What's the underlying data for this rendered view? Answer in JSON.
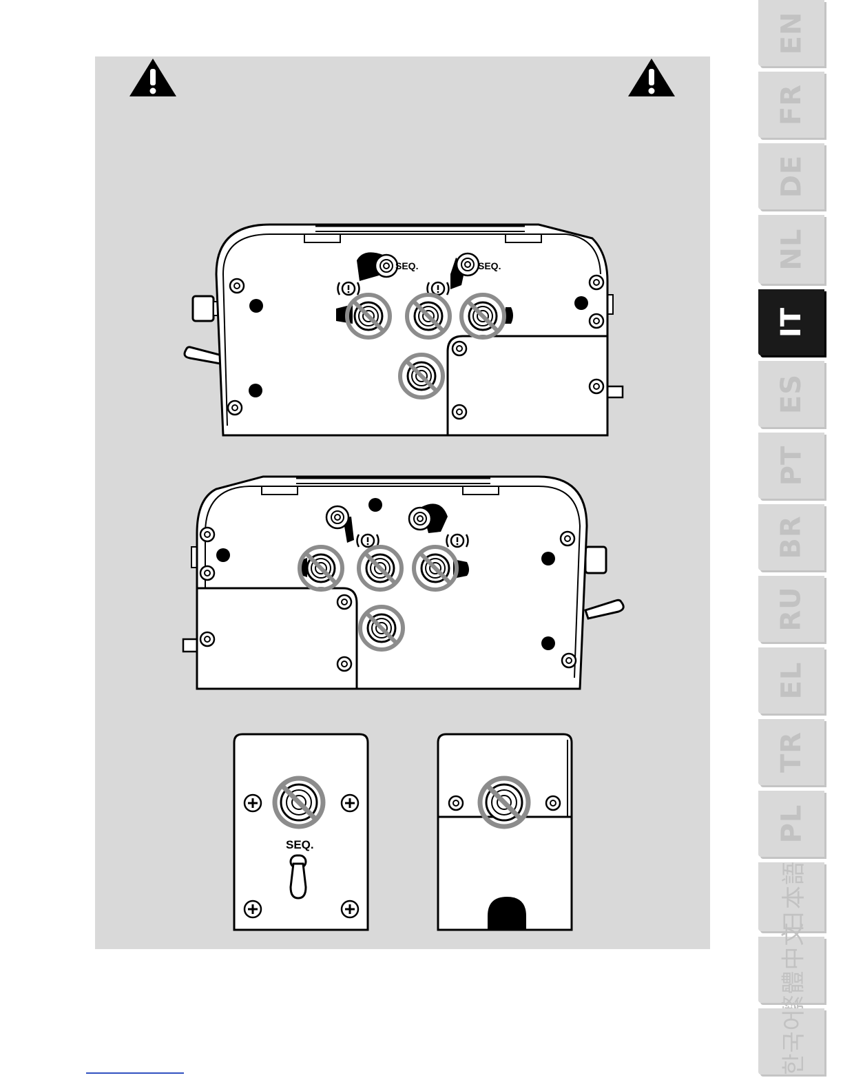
{
  "seq_label": "SEQ.",
  "seq_label_detail": "SEQ.",
  "warning_icon": "warning-triangle-icon",
  "prohibit_icon": "no-symbol-icon",
  "languages": [
    {
      "code": "EN",
      "active": false
    },
    {
      "code": "FR",
      "active": false
    },
    {
      "code": "DE",
      "active": false
    },
    {
      "code": "NL",
      "active": false
    },
    {
      "code": "IT",
      "active": true
    },
    {
      "code": "ES",
      "active": false
    },
    {
      "code": "PT",
      "active": false
    },
    {
      "code": "BR",
      "active": false
    },
    {
      "code": "RU",
      "active": false
    },
    {
      "code": "EL",
      "active": false
    },
    {
      "code": "TR",
      "active": false
    },
    {
      "code": "PL",
      "active": false
    },
    {
      "code": "日本語",
      "active": false
    },
    {
      "code": "繁體中文",
      "active": false
    },
    {
      "code": "한국어",
      "active": false
    }
  ],
  "colors": {
    "panel": "#d9d9d9",
    "active_tab": "#1a1a1a",
    "prohibit": "#8c8c8c"
  }
}
